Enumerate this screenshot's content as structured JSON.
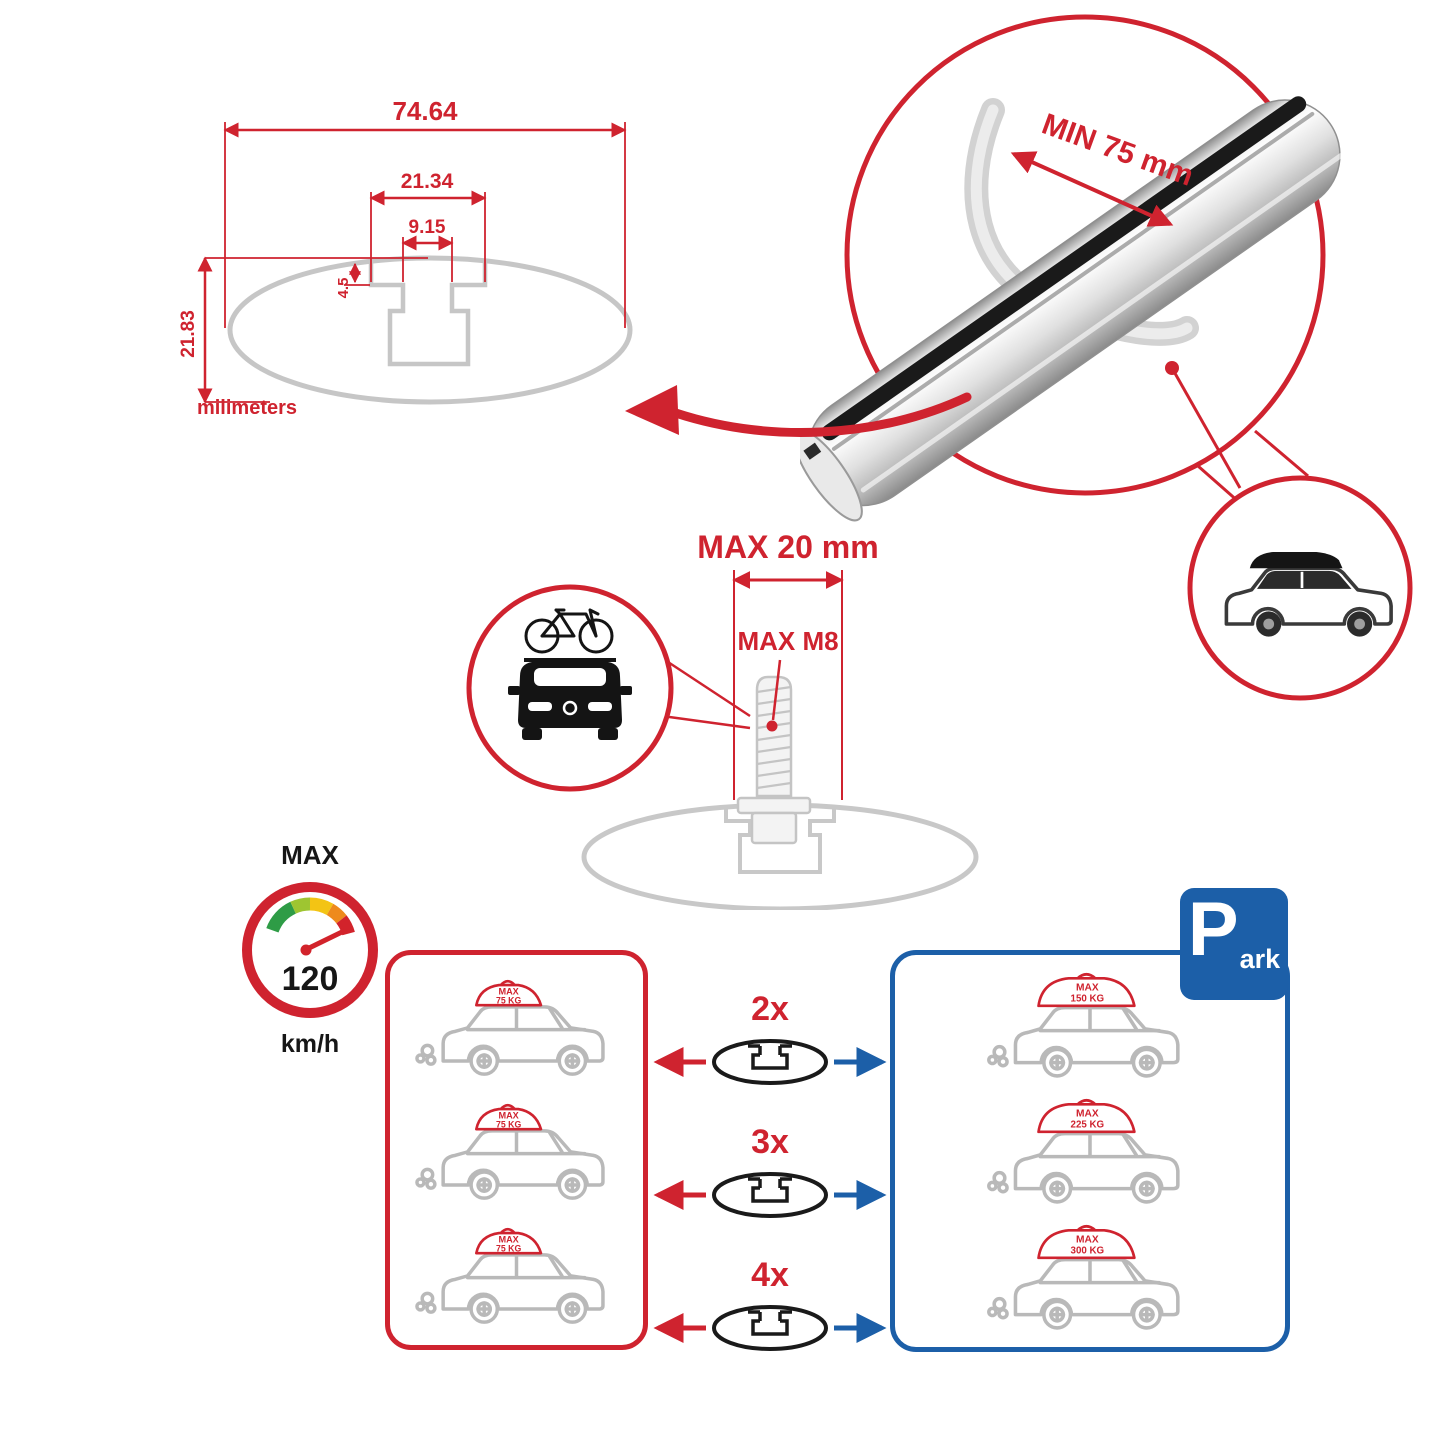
{
  "colors": {
    "red": "#cf232f",
    "blue": "#1c5fa8",
    "gray": "#c6c6c6",
    "bar_silver": "#d9d9d9",
    "dark": "#1a1a1a"
  },
  "icons": {
    "speedometer_icon": "speed-gauge",
    "parking_sign_icon": "P-sign",
    "crossbar_profile_icon": "ellipse-t-slot"
  },
  "cross_section": {
    "dim_total_width": "74.64",
    "dim_channel_outer": "21.34",
    "dim_channel_inner": "9.15",
    "dim_step": "4.5",
    "dim_height": "21.83",
    "units_label": "milimeters"
  },
  "bar_callout": {
    "min_span_label": "MIN 75 mm"
  },
  "bolt_callout": {
    "max_length_label": "MAX 20 mm",
    "max_thread_label": "MAX M8"
  },
  "speed_limit": {
    "title": "MAX",
    "value": "120",
    "units": "km/h"
  },
  "capacity_left": {
    "cars": [
      {
        "label": "MAX",
        "weight": "75 KG"
      },
      {
        "label": "MAX",
        "weight": "75 KG"
      },
      {
        "label": "MAX",
        "weight": "75 KG"
      }
    ]
  },
  "capacity_right": {
    "sign_letter": "P",
    "sign_rest": "ark",
    "cars": [
      {
        "label": "MAX",
        "weight": "150 KG"
      },
      {
        "label": "MAX",
        "weight": "225 KG"
      },
      {
        "label": "MAX",
        "weight": "300 KG"
      }
    ]
  },
  "bar_counts": [
    {
      "label": "2x"
    },
    {
      "label": "3x"
    },
    {
      "label": "4x"
    }
  ]
}
